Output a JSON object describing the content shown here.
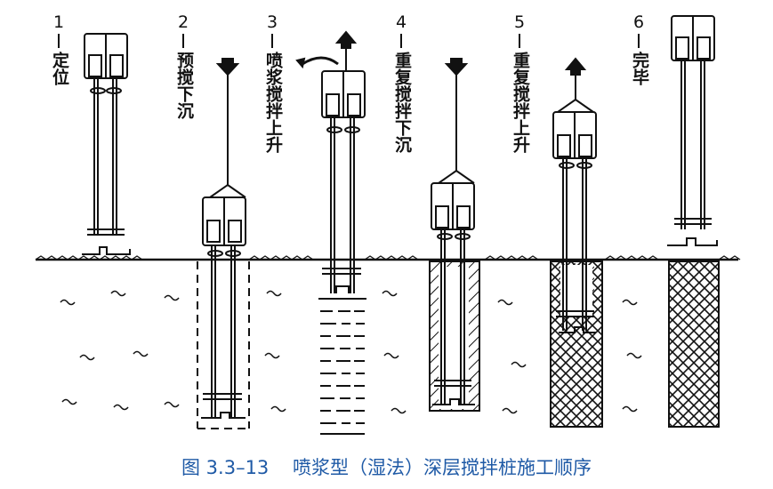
{
  "steps": [
    {
      "number": "1",
      "label": "定位"
    },
    {
      "number": "2",
      "label": "预搅下沉"
    },
    {
      "number": "3",
      "label": "喷浆搅拌上升"
    },
    {
      "number": "4",
      "label": "重复搅拌下沉"
    },
    {
      "number": "5",
      "label": "重复搅拌上升"
    },
    {
      "number": "6",
      "label": "完毕"
    }
  ],
  "caption": {
    "figure_number": "图 3.3–13",
    "title": "喷浆型（湿法）深层搅拌桩施工顺序"
  },
  "colors": {
    "line": "#111111",
    "caption": "#1f5aa6"
  }
}
